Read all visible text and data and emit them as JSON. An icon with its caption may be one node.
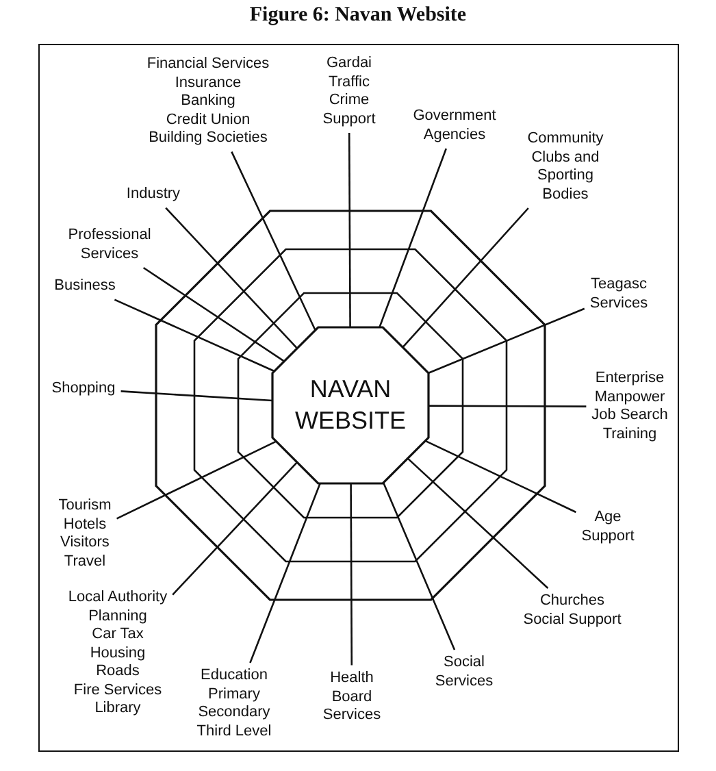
{
  "diagram": {
    "title": "Figure 6: Navan Website",
    "nodes": [
      {
        "text": [
          "NAVAN WEBSITE"
        ]
      },
      {
        "text": [
          "Financial Services",
          "Insurance",
          "Banking",
          "Credit Union",
          "Building Societies"
        ]
      },
      {
        "text": [
          "Gardai",
          "Traffic",
          "Crime",
          "Support"
        ]
      },
      {
        "text": [
          "Government",
          "Agencies"
        ]
      },
      {
        "text": [
          "Community",
          "Clubs and",
          "Sporting",
          "Bodies"
        ]
      },
      {
        "text": [
          "Industry"
        ]
      },
      {
        "text": [
          "Professional",
          "Services"
        ]
      },
      {
        "text": [
          "Business"
        ]
      },
      {
        "text": [
          "Teagasc",
          "Services"
        ]
      },
      {
        "text": [
          "Shopping"
        ]
      },
      {
        "text": [
          "Enterprise",
          "Manpower",
          "Job Search",
          "Training"
        ]
      },
      {
        "text": [
          "Tourism",
          "Hotels",
          "Visitors",
          "Travel"
        ]
      },
      {
        "text": [
          "Age",
          "Support"
        ]
      },
      {
        "text": [
          "Local Authority",
          "Planning",
          "Car Tax",
          "Housing",
          "Roads",
          "Fire Services",
          "Library"
        ]
      },
      {
        "text": [
          "Churches",
          "Social Support"
        ]
      },
      {
        "text": [
          "Education",
          "Primary",
          "Secondary",
          "Third Level"
        ]
      },
      {
        "text": [
          "Health",
          "Board",
          "Services"
        ]
      },
      {
        "text": [
          "Social",
          "Services"
        ]
      }
    ],
    "edges": [
      {
        "from": 0,
        "to": 1,
        "arrow": "none"
      },
      {
        "from": 0,
        "to": 2,
        "arrow": "none"
      },
      {
        "from": 0,
        "to": 3,
        "arrow": "none"
      },
      {
        "from": 0,
        "to": 4,
        "arrow": "none"
      },
      {
        "from": 0,
        "to": 5,
        "arrow": "none"
      },
      {
        "from": 0,
        "to": 6,
        "arrow": "none"
      },
      {
        "from": 0,
        "to": 7,
        "arrow": "none"
      },
      {
        "from": 0,
        "to": 8,
        "arrow": "none"
      },
      {
        "from": 0,
        "to": 9,
        "arrow": "none"
      },
      {
        "from": 0,
        "to": 10,
        "arrow": "none"
      },
      {
        "from": 0,
        "to": 11,
        "arrow": "none"
      },
      {
        "from": 0,
        "to": 12,
        "arrow": "none"
      },
      {
        "from": 0,
        "to": 13,
        "arrow": "none"
      },
      {
        "from": 0,
        "to": 14,
        "arrow": "none"
      },
      {
        "from": 0,
        "to": 15,
        "arrow": "none"
      },
      {
        "from": 0,
        "to": 16,
        "arrow": "none"
      },
      {
        "from": 0,
        "to": 17,
        "arrow": "none"
      }
    ]
  }
}
